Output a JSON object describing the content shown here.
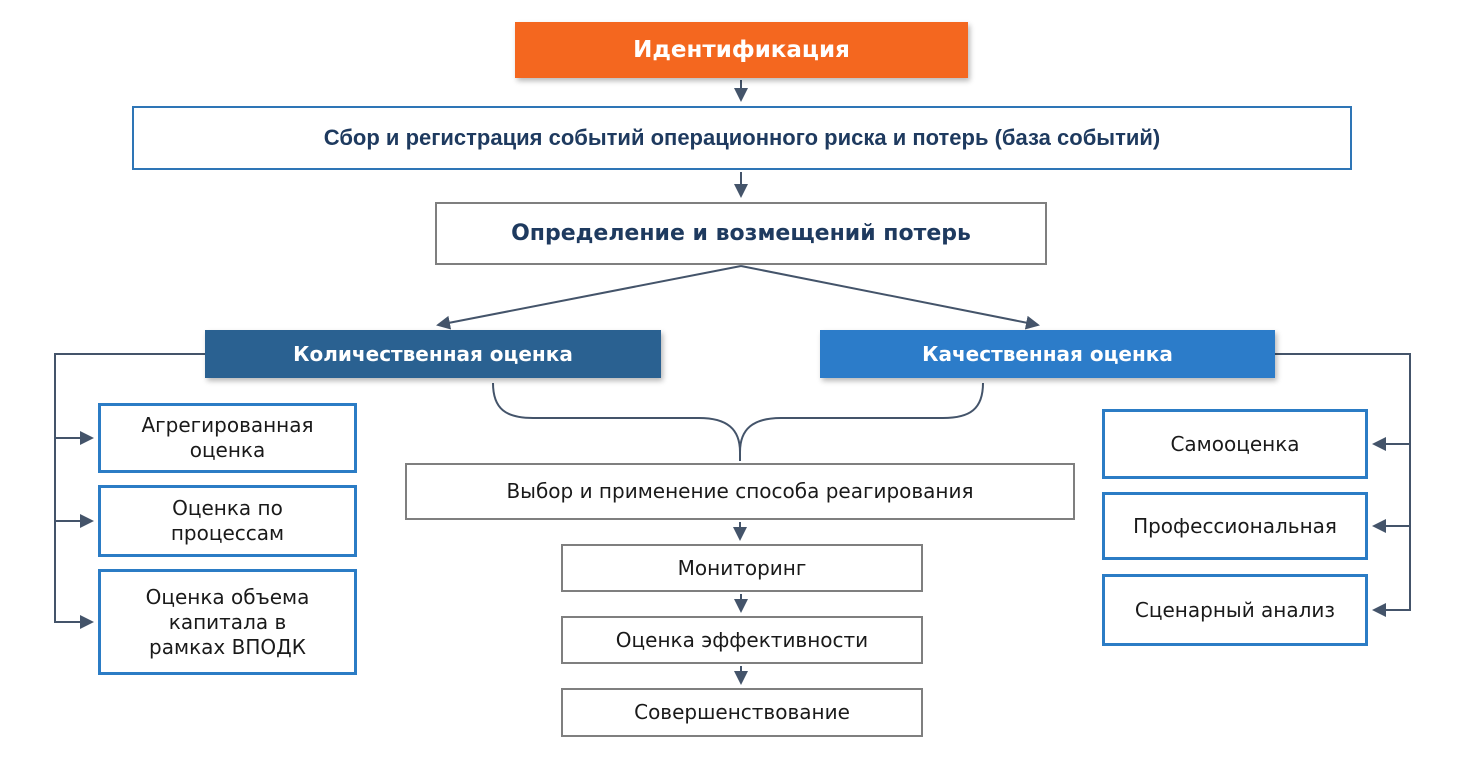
{
  "colors": {
    "orange": "#F4671F",
    "dark_blue": "#2A6191",
    "light_blue": "#2C7CC9",
    "box_border_blue": "#2B7CC5",
    "collection_border_blue": "#2E75B6",
    "gray_border": "#7F7F7F",
    "connector": "#44546A",
    "navy_text": "#1E3A5F",
    "black_text": "#1A1A1A",
    "white_text": "#FFFFFF"
  },
  "nodes": {
    "identification": {
      "label": "Идентификация"
    },
    "collection": {
      "label": "Сбор и регистрация событий операционного риска и потерь (база событий)"
    },
    "determination": {
      "label": "Определение и возмещений потерь"
    },
    "quantitative_header": {
      "label": "Количественная оценка"
    },
    "qualitative_header": {
      "label": "Качественная оценка"
    },
    "quantitative_items": [
      {
        "label": "Агрегированная\nоценка"
      },
      {
        "label": "Оценка по\nпроцессам"
      },
      {
        "label": "Оценка объема\nкапитала в\nрамках ВПОДК"
      }
    ],
    "qualitative_items": [
      {
        "label": "Самооценка"
      },
      {
        "label": "Профессиональная"
      },
      {
        "label": "Сценарный анализ"
      }
    ],
    "response": {
      "label": "Выбор и применение способа реагирования"
    },
    "monitoring": {
      "label": "Мониторинг"
    },
    "effectiveness": {
      "label": "Оценка эффективности"
    },
    "improvement": {
      "label": "Совершенствование"
    }
  }
}
